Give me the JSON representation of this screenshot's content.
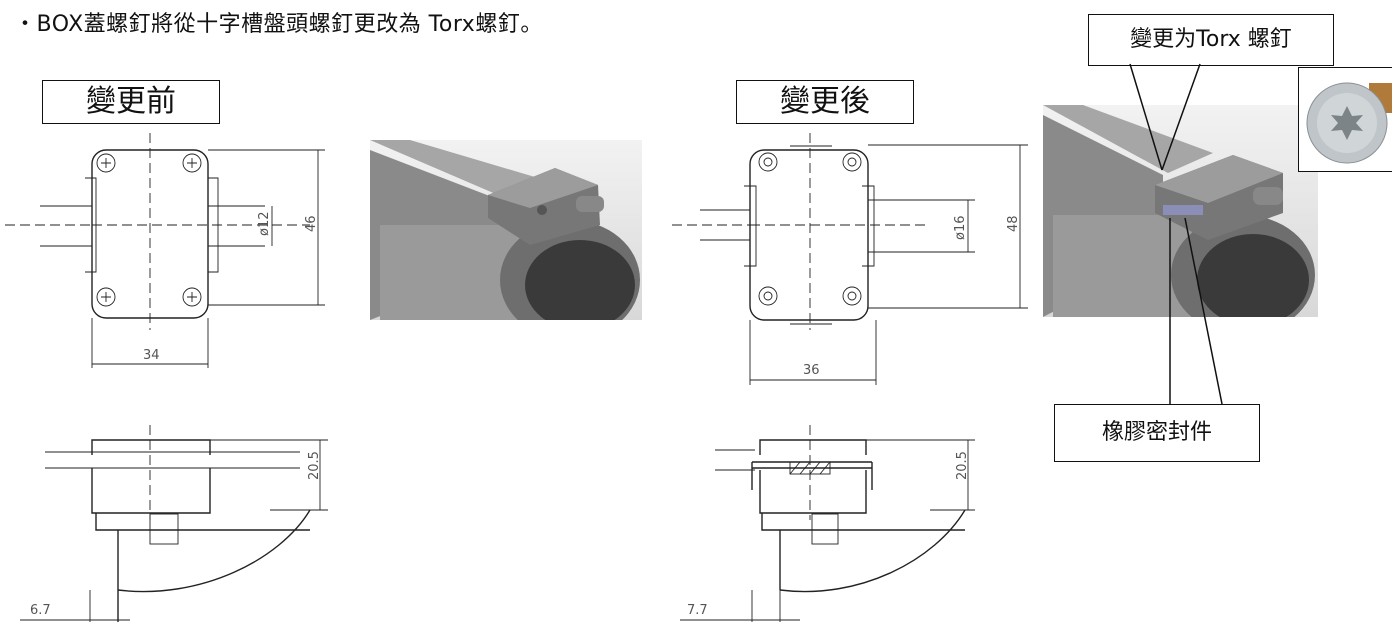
{
  "heading": "・BOX蓋螺釘將從十字槽盤頭螺釘更改為 Torx螺釘。",
  "labels": {
    "before": "變更前",
    "after": "變更後",
    "callout_torx": "變更为Torx 螺釘",
    "callout_seal": "橡膠密封件"
  },
  "dimensions": {
    "before": {
      "width": "34",
      "height": "46",
      "diameter": "ø12",
      "depth": "20.5",
      "offset": "6.7"
    },
    "after": {
      "width": "36",
      "height": "48",
      "diameter": "ø16",
      "depth": "20.5",
      "offset": "7.7"
    }
  },
  "icons": [
    "phillips-screw-icon",
    "torx-screw-icon"
  ]
}
